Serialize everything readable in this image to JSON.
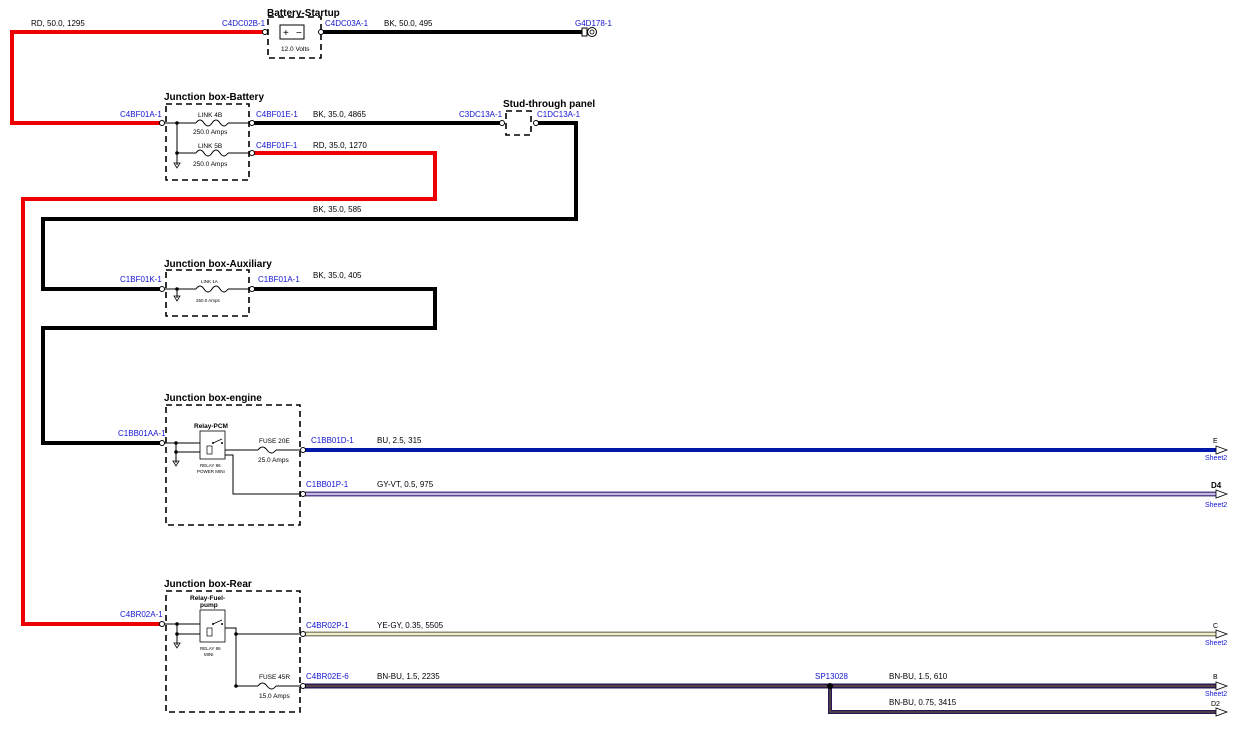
{
  "colors": {
    "red": "#ee0000",
    "black": "#000000",
    "blue": "#0018a8",
    "connector": "#1414d2"
  },
  "battery": {
    "title": "Battery-Startup",
    "voltage": "12.0 Volts",
    "conn_left": "C4DC02B-1",
    "conn_right": "C4DC03A-1",
    "ground": "G4D178-1",
    "wire_red": "RD,  50.0,  1295",
    "wire_black": "BK,  50.0,  495"
  },
  "jb_battery": {
    "title": "Junction box-Battery",
    "conn_in": "C4BF01A-1",
    "conn_out1": "C4BF01E-1",
    "conn_out2": "C4BF01F-1",
    "link1_name": "LINK 4B",
    "link1_rating": "250.0 Amps",
    "link2_name": "LINK 5B",
    "link2_rating": "250.0 Amps",
    "wire_out1": "BK,  35.0,  4865",
    "wire_out2": "RD,  35.0,  1270"
  },
  "stud": {
    "title": "Stud-through panel",
    "conn_left": "C3DC13A-1",
    "conn_right": "C1DC13A-1",
    "wire_return": "BK,  35.0,  585"
  },
  "jb_aux": {
    "title": "Junction box-Auxiliary",
    "conn_in": "C1BF01K-1",
    "conn_out": "C1BF01A-1",
    "link_name": "LINK 1A",
    "link_rating": "250.0 Amps",
    "wire_out": "BK,  35.0,  405"
  },
  "jb_engine": {
    "title": "Junction box-engine",
    "conn_in": "C1BB01AA-1",
    "relay_title": "Relay-PCM",
    "relay_sub1": "RELAY 86",
    "relay_sub2": "POWER MINI",
    "fuse_name": "FUSE 20E",
    "fuse_rating": "25.0 Amps",
    "conn_out1": "C1BB01D-1",
    "conn_out2": "C1BB01P-1",
    "wire_out1": "BU,  2.5,  315",
    "wire_out2": "GY-VT,  0.5,  975",
    "end1_letter": "E",
    "end1_sheet": "Sheet2",
    "end2_letter": "D4",
    "end2_sheet": "Sheet2"
  },
  "jb_rear": {
    "title": "Junction box-Rear",
    "conn_in": "C4BR02A-1",
    "relay_title_1": "Relay-Fuel-",
    "relay_title_2": "pump",
    "relay_sub1": "RELAY 86",
    "relay_sub2": "MINI",
    "fuse_name": "FUSE 45R",
    "fuse_rating": "15.0 Amps",
    "conn_out1": "C4BR02P-1",
    "conn_out2": "C4BR02E-6",
    "wire_out1": "YE-GY,  0.35,  5505",
    "wire_out2": "BN-BU,  1.5,  2235",
    "splice": "SP13028",
    "wire_b": "BN-BU,  1.5,  610",
    "wire_d2": "BN-BU,  0.75,  3415",
    "end_c_letter": "C",
    "end_c_sheet": "Sheet2",
    "end_b_letter": "B",
    "end_b_sheet": "Sheet2",
    "end_d2_letter": "D2"
  }
}
